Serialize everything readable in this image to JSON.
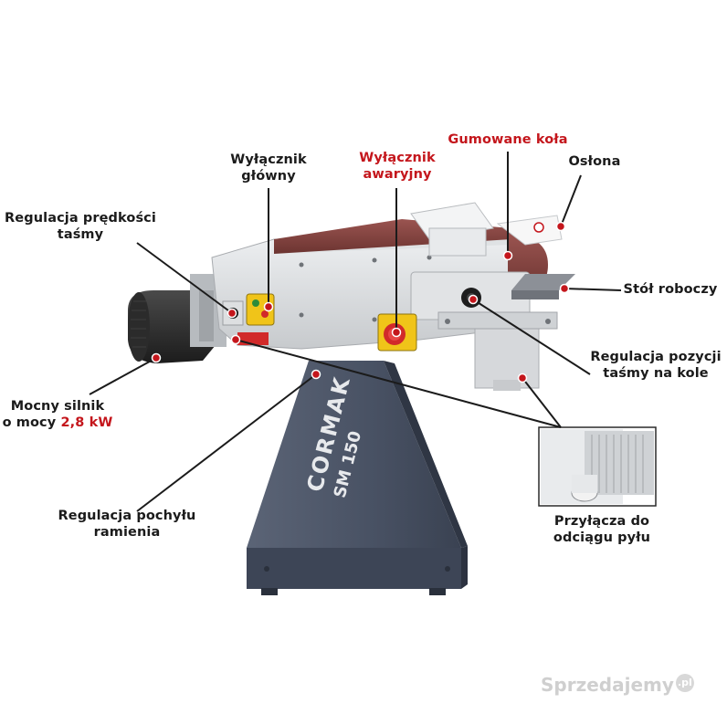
{
  "labels": {
    "main_switch": [
      "Wyłącznik",
      "główny"
    ],
    "emergency_switch": [
      "Wyłącznik",
      "awaryjny"
    ],
    "rubber_wheels": "Gumowane koła",
    "guard": "Osłona",
    "speed_control": [
      "Regulacja prędkości",
      "taśmy"
    ],
    "work_table": "Stół roboczy",
    "belt_position": [
      "Regulacja pozycji",
      "taśmy na kole"
    ],
    "motor_line1": "Mocny silnik",
    "motor_prefix": "o mocy ",
    "motor_power": "2,8 kW",
    "arm_tilt": [
      "Regulacja pochyłu",
      "ramienia"
    ],
    "dust_ports": [
      "Przyłącza do",
      "odciągu pyłu"
    ]
  },
  "brand": {
    "name": "CORMAK",
    "model": "SM 150"
  },
  "watermark": {
    "text": "Sprzedajemy",
    "badge": ".pl"
  },
  "colors": {
    "accent_red": "#c4161c",
    "base_blue_gray": "#4a5466",
    "belt": "#7a3d3a"
  }
}
